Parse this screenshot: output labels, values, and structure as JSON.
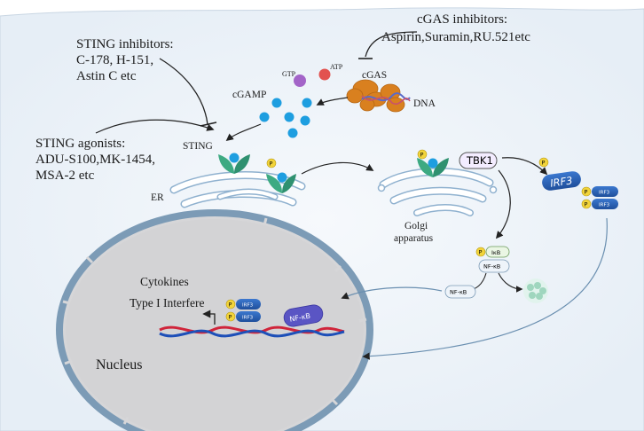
{
  "labels": {
    "cgas_inhibitors_title": "cGAS inhibitors:",
    "cgas_inhibitors_list": "Aspirin,Suramin,RU.521etc",
    "sting_inhibitors_title": "STING inhibitors:",
    "sting_inhibitors_line1": "C-178, H-151,",
    "sting_inhibitors_line2": "Astin C etc",
    "sting_agonists_title": "STING agonists:",
    "sting_agonists_line1": "ADU-S100,MK-1454,",
    "sting_agonists_line2": "MSA-2 etc",
    "gtp": "GTP",
    "atp": "ATP",
    "cgas": "cGAS",
    "dna": "DNA",
    "cgamp": "cGAMP",
    "sting": "STING",
    "er": "ER",
    "tbk1": "TBK1",
    "irf3": "IRF3",
    "golgi_line1": "Golgi",
    "golgi_line2": "apparatus",
    "ikb": "IκB",
    "nfkb": "NF-κB",
    "p": "P",
    "cytokines": "Cytokines",
    "type_i_interfere": "Type I Interfere",
    "nucleus": "Nucleus"
  },
  "colors": {
    "sting_green": "#3daa82",
    "cgamp_blue": "#1e9ee0",
    "gtp_purple": "#a364c8",
    "atp_red": "#e2524f",
    "cgas_orange": "#d9801f",
    "irf3_blue": "#2a5fb4",
    "nfkb_purple": "#5a55c4",
    "phospho_yellow": "#f2d43a",
    "membrane_blue": "#8fb1cf",
    "nucleus_grey": "#d3d3d5"
  }
}
